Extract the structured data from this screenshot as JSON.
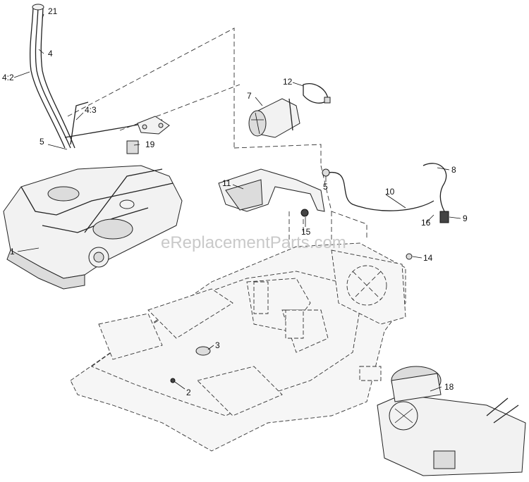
{
  "watermark": "eReplacementParts.com",
  "callouts": [
    {
      "id": "21",
      "label": "21"
    },
    {
      "id": "4",
      "label": "4"
    },
    {
      "id": "4-2",
      "label": "4:2"
    },
    {
      "id": "4-3",
      "label": "4:3"
    },
    {
      "id": "5a",
      "label": "5"
    },
    {
      "id": "19",
      "label": "19"
    },
    {
      "id": "1",
      "label": "1"
    },
    {
      "id": "7",
      "label": "7"
    },
    {
      "id": "12",
      "label": "12"
    },
    {
      "id": "11",
      "label": "11"
    },
    {
      "id": "5b",
      "label": "5"
    },
    {
      "id": "8",
      "label": "8"
    },
    {
      "id": "10",
      "label": "10"
    },
    {
      "id": "15",
      "label": "15"
    },
    {
      "id": "9",
      "label": "9"
    },
    {
      "id": "16",
      "label": "16"
    },
    {
      "id": "14",
      "label": "14"
    },
    {
      "id": "3",
      "label": "3"
    },
    {
      "id": "2",
      "label": "2"
    },
    {
      "id": "18",
      "label": "18"
    }
  ]
}
